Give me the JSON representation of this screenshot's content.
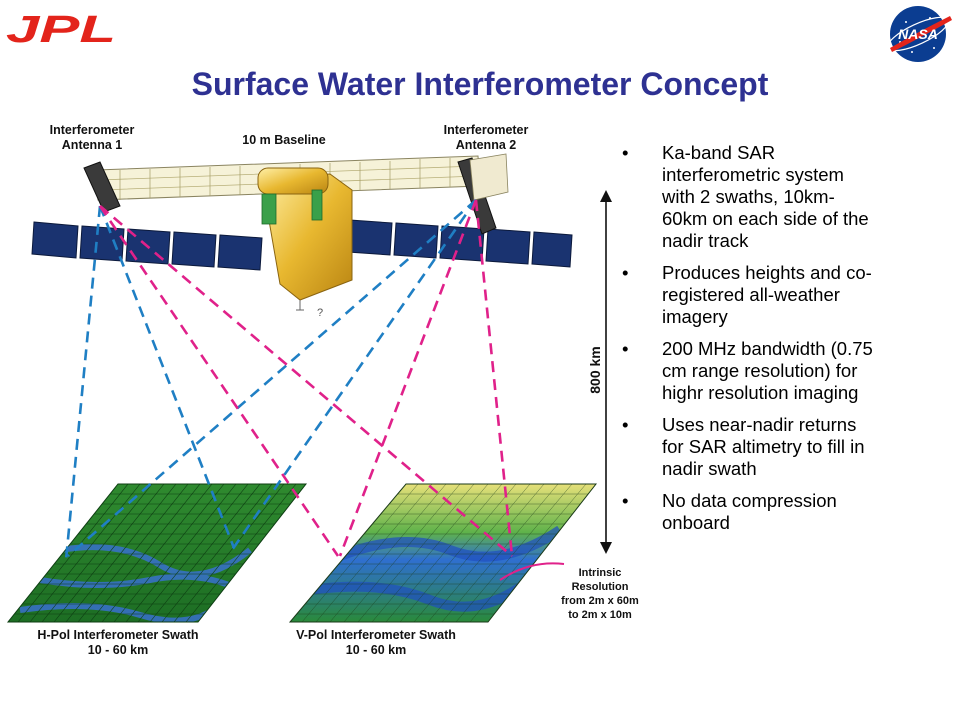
{
  "header": {
    "logo_left_text": "JPL",
    "logo_right_text": "NASA",
    "title": "Surface Water Interferometer Concept"
  },
  "diagram": {
    "label_antenna1": [
      "Interferometer",
      "Antenna 1"
    ],
    "label_baseline": "10 m Baseline",
    "label_antenna2": [
      "Interferometer",
      "Antenna 2"
    ],
    "label_altitude": "800 km",
    "label_hpol": [
      "H-Pol Interferometer Swath",
      "10 - 60 km"
    ],
    "label_vpol": [
      "V-Pol Interferometer Swath",
      "10 - 60 km"
    ],
    "label_resolution": [
      "Intrinsic",
      "Resolution",
      "from 2m x 60m",
      "to 2m x 10m"
    ],
    "colors": {
      "blue_beam": "#1f7fc4",
      "magenta_beam": "#e0218a",
      "title": "#2e3192",
      "jpl_red": "#e3241b",
      "nasa_blue": "#0b3d91"
    }
  },
  "bullets": [
    {
      "marker": "•",
      "lines": [
        "Ka-band SAR",
        "interferometric system",
        "with 2 swaths, 10km-",
        "60km on each side of the",
        "nadir track"
      ]
    },
    {
      "marker": "•",
      "lines": [
        "Produces heights and co-",
        "registered all-weather",
        "imagery"
      ]
    },
    {
      "marker": "•",
      "lines": [
        "200 MHz bandwidth (0.75",
        "cm range resolution) for",
        "highr resolution imaging"
      ]
    },
    {
      "marker": "•",
      "lines": [
        "Uses near-nadir returns",
        "for SAR altimetry to fill in",
        "nadir swath"
      ]
    },
    {
      "marker": "•",
      "lines": [
        "No data compression",
        "onboard"
      ]
    }
  ]
}
